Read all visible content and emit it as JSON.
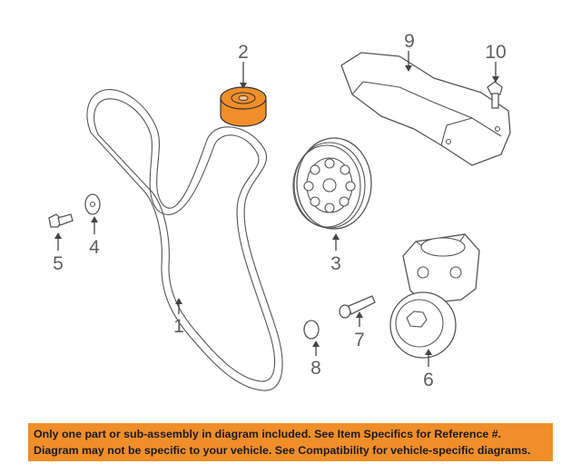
{
  "callouts": [
    {
      "id": "1",
      "label": "1"
    },
    {
      "id": "2",
      "label": "2"
    },
    {
      "id": "3",
      "label": "3"
    },
    {
      "id": "4",
      "label": "4"
    },
    {
      "id": "5",
      "label": "5"
    },
    {
      "id": "6",
      "label": "6"
    },
    {
      "id": "7",
      "label": "7"
    },
    {
      "id": "8",
      "label": "8"
    },
    {
      "id": "9",
      "label": "9"
    },
    {
      "id": "10",
      "label": "10"
    }
  ],
  "highlight_color": "#f08e2a",
  "notice": {
    "line1": "Only one part or sub-assembly in diagram included. See Item Specifics for Reference #.",
    "line2": "Diagram may not be specific to your vehicle. See Compatibility for vehicle-specific diagrams."
  }
}
